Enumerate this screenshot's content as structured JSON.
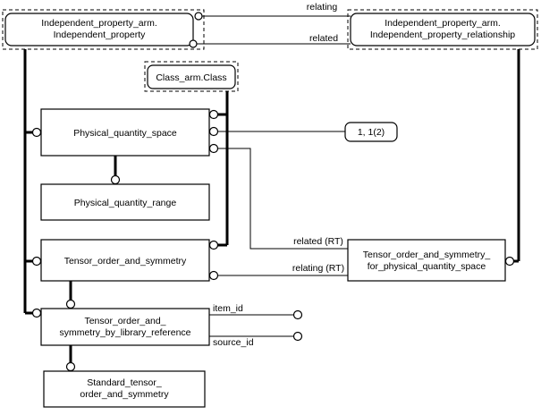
{
  "entities": {
    "independent_property": [
      "Independent_property_arm.",
      "Independent_property"
    ],
    "independent_property_relationship": [
      "Independent_property_arm.",
      "Independent_property_relationship"
    ],
    "class": [
      "Class_arm.Class"
    ],
    "physical_quantity_space": [
      "Physical_quantity_space"
    ],
    "physical_quantity_range": [
      "Physical_quantity_range"
    ],
    "tensor_order_and_symmetry": [
      "Tensor_order_and_symmetry"
    ],
    "tensor_for_pqs": [
      "Tensor_order_and_symmetry_",
      "for_physical_quantity_space"
    ],
    "tensor_by_library_reference": [
      "Tensor_order_and_",
      "symmetry_by_library_reference"
    ],
    "standard_tensor": [
      "Standard_tensor_",
      "order_and_symmetry"
    ]
  },
  "cardinality": "1, 1(2)",
  "relationship_labels": {
    "relating_top": "relating",
    "related_top": "related",
    "related_rt": "related (RT)",
    "relating_rt": "relating (RT)",
    "item_id": "item_id",
    "source_id": "source_id"
  }
}
